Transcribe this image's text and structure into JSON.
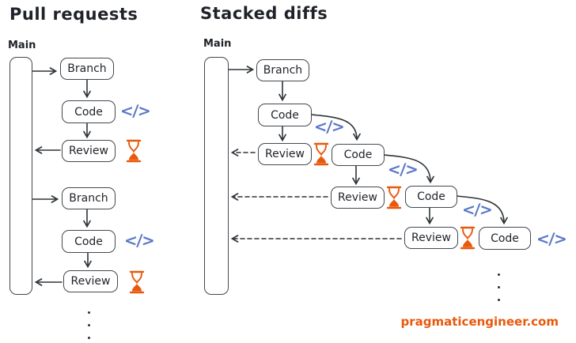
{
  "panels": {
    "left": {
      "title": "Pull requests",
      "lane_label": "Main",
      "flow": [
        "Branch",
        "Code",
        "Review",
        "Branch",
        "Code",
        "Review"
      ]
    },
    "right": {
      "title": "Stacked diffs",
      "lane_label": "Main",
      "flow": [
        "Branch",
        "Code",
        "Review",
        "Code",
        "Review",
        "Code",
        "Review",
        "Code"
      ]
    }
  },
  "labels": {
    "branch": "Branch",
    "code": "Code",
    "review": "Review"
  },
  "icons": {
    "code_glyph": "</>",
    "code_icon_name": "code-icon",
    "hourglass_icon_name": "hourglass-icon"
  },
  "colors": {
    "code_icon_blue": "#5b78c8",
    "hourglass_orange": "#e8590c",
    "stroke_dark": "#2f3437",
    "credit_orange": "#e8590c"
  },
  "footer": {
    "credit": "pragmaticengineer.com"
  }
}
